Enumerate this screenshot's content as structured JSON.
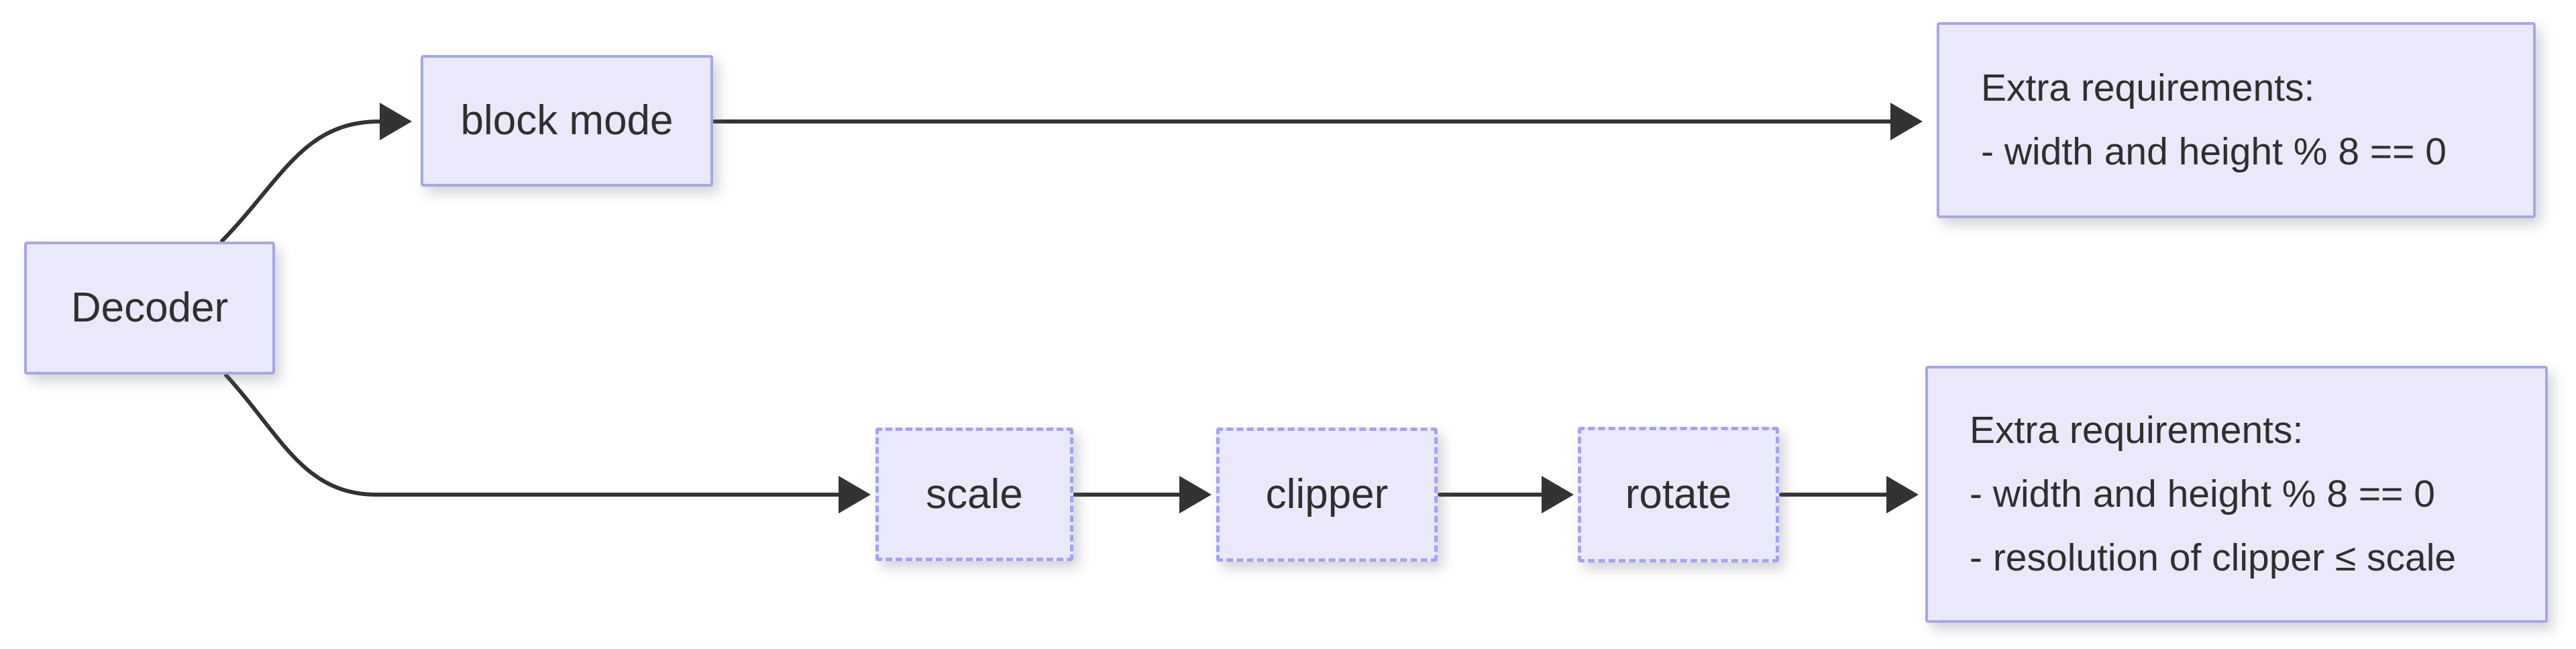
{
  "colors": {
    "background": "#ffffff",
    "node_fill": "#e9e9f9",
    "node_border": "#a7a7e0",
    "dashed_border": "#a3a3ee",
    "arrow": "#333333",
    "text": "#2f2f2f"
  },
  "nodes": {
    "decoder": {
      "label": "Decoder"
    },
    "block_mode": {
      "label": "block mode"
    },
    "scale": {
      "label": "scale"
    },
    "clipper": {
      "label": "clipper"
    },
    "rotate": {
      "label": "rotate"
    }
  },
  "requirements_block_mode": {
    "title": "Extra requirements:",
    "lines": [
      "- width and height % 8 == 0"
    ]
  },
  "requirements_filter_chain": {
    "title": "Extra requirements:",
    "lines": [
      "- width and height % 8 == 0",
      "- resolution of clipper ≤ scale"
    ]
  }
}
